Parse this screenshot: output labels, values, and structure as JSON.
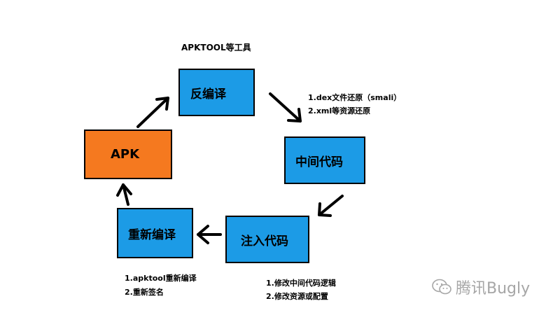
{
  "title": "APKTOOL等工具",
  "nodes": {
    "decompile": {
      "label": "反编译",
      "color": "#1c9be6"
    },
    "intermediate": {
      "label": "中间代码",
      "color": "#1c9be6"
    },
    "inject": {
      "label": "注入代码",
      "color": "#1c9be6"
    },
    "recompile": {
      "label": "重新编译",
      "color": "#1c9be6"
    },
    "apk": {
      "label": "APK",
      "color": "#f5791f"
    }
  },
  "notes": {
    "decompile": [
      "1.dex文件还原（smali）",
      "2.xml等资源还原"
    ],
    "inject": [
      "1.修改中间代码逻辑",
      "2.修改资源或配置"
    ],
    "recompile": [
      "1.apktool重新编译",
      "2.重新签名"
    ]
  },
  "watermark": {
    "text": "腾讯Bugly",
    "icon": "wechat-icon"
  }
}
